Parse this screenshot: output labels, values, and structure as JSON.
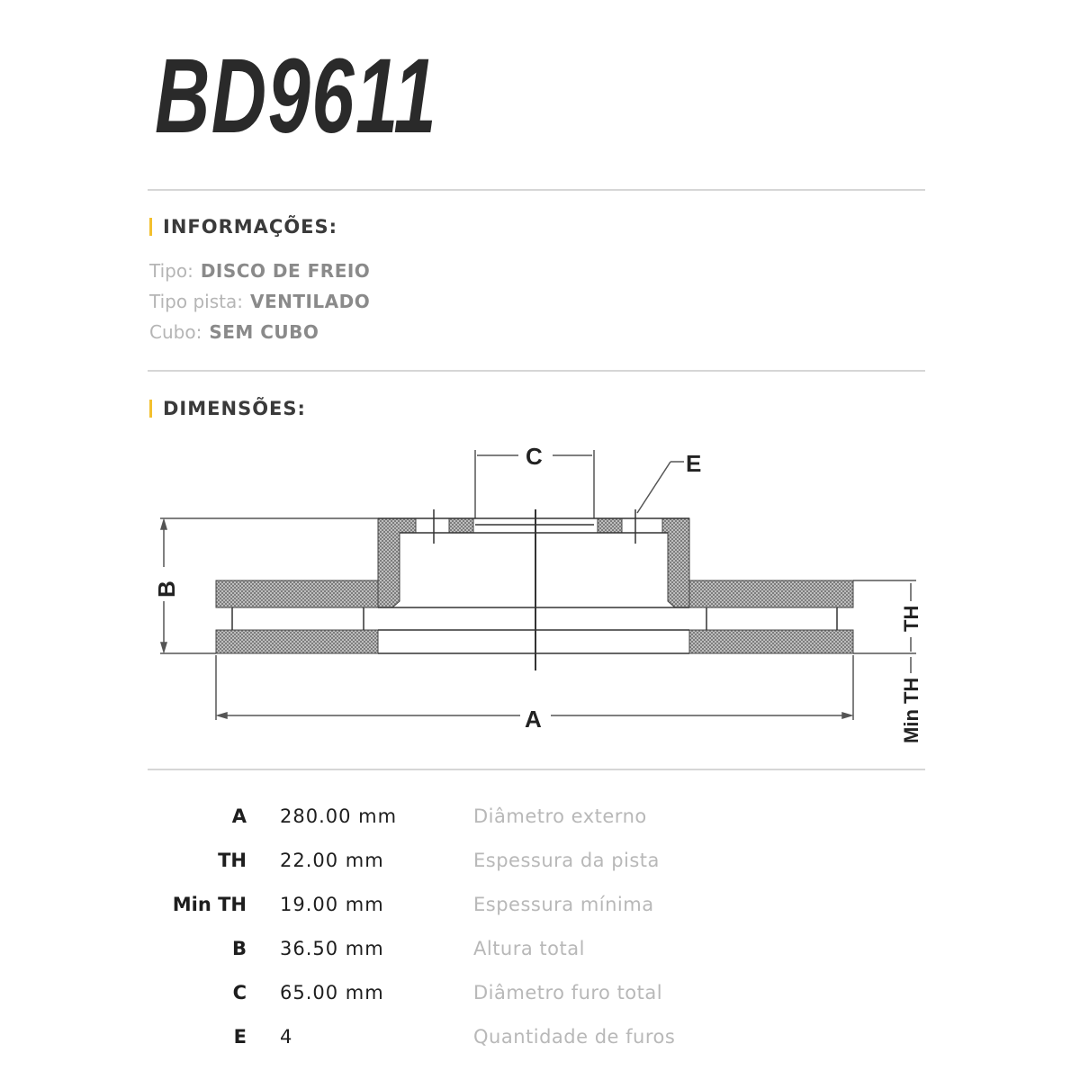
{
  "product": {
    "code": "BD9611"
  },
  "info": {
    "heading": "INFORMAÇÕES:",
    "rows": [
      {
        "label": "Tipo:",
        "value": "DISCO DE FREIO"
      },
      {
        "label": "Tipo pista:",
        "value": "VENTILADO"
      },
      {
        "label": "Cubo:",
        "value": "SEM CUBO"
      }
    ]
  },
  "dimensions": {
    "heading": "DIMENSÕES:",
    "diagram_labels": {
      "A": "A",
      "B": "B",
      "C": "C",
      "E": "E",
      "TH": "TH",
      "MinTH": "Min TH"
    },
    "rows": [
      {
        "code": "A",
        "value": "280.00 mm",
        "description": "Diâmetro externo"
      },
      {
        "code": "TH",
        "value": "22.00 mm",
        "description": "Espessura da pista"
      },
      {
        "code": "Min TH",
        "value": "19.00 mm",
        "description": "Espessura mínima"
      },
      {
        "code": "B",
        "value": "36.50 mm",
        "description": "Altura total"
      },
      {
        "code": "C",
        "value": "65.00 mm",
        "description": "Diâmetro furo total"
      },
      {
        "code": "E",
        "value": "4",
        "description": "Quantidade de furos"
      }
    ]
  },
  "colors": {
    "accent": "#f3c02e",
    "title": "#2a2a2a",
    "separator": "#d6d6d6",
    "hatch": "#9a9a9a"
  }
}
